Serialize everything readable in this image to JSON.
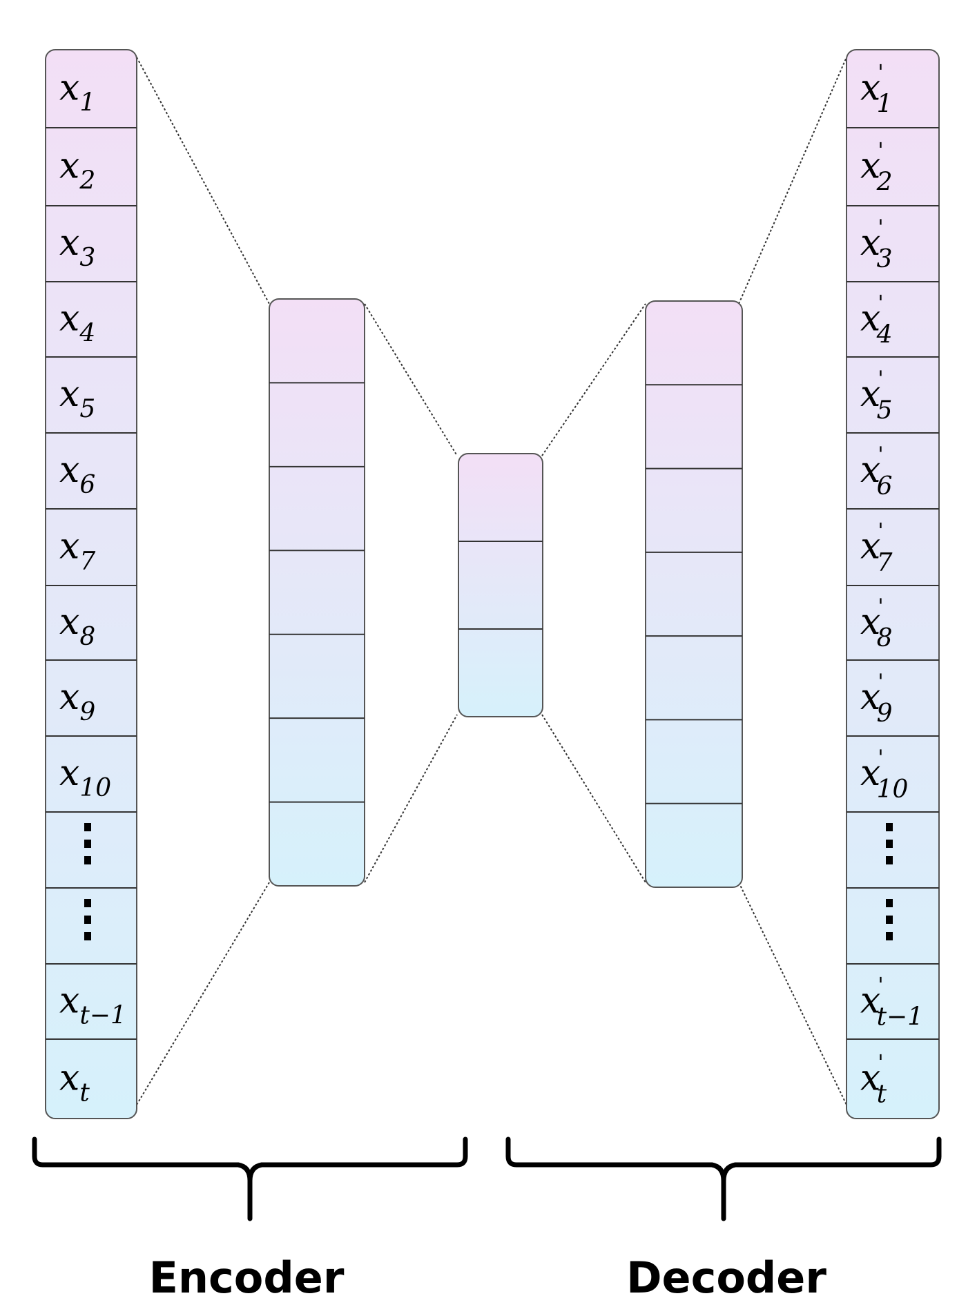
{
  "colors": {
    "top": "#f3dff6",
    "bottom": "#d6f1fb",
    "stroke": "#555555",
    "ink": "#000000"
  },
  "labels": {
    "encoder": "Encoder",
    "decoder": "Decoder"
  },
  "input_column": {
    "cells": [
      {
        "base": "x",
        "sub": "1"
      },
      {
        "base": "x",
        "sub": "2"
      },
      {
        "base": "x",
        "sub": "3"
      },
      {
        "base": "x",
        "sub": "4"
      },
      {
        "base": "x",
        "sub": "5"
      },
      {
        "base": "x",
        "sub": "6"
      },
      {
        "base": "x",
        "sub": "7"
      },
      {
        "base": "x",
        "sub": "8"
      },
      {
        "base": "x",
        "sub": "9"
      },
      {
        "base": "x",
        "sub": "10"
      },
      {
        "dots": true
      },
      {
        "dots": true
      },
      {
        "base": "x",
        "sub": "t−1"
      },
      {
        "base": "x",
        "sub": "t"
      }
    ]
  },
  "output_column": {
    "prime": "'",
    "cells": [
      {
        "base": "x",
        "sub": "1"
      },
      {
        "base": "x",
        "sub": "2"
      },
      {
        "base": "x",
        "sub": "3"
      },
      {
        "base": "x",
        "sub": "4"
      },
      {
        "base": "x",
        "sub": "5"
      },
      {
        "base": "x",
        "sub": "6"
      },
      {
        "base": "x",
        "sub": "7"
      },
      {
        "base": "x",
        "sub": "8"
      },
      {
        "base": "x",
        "sub": "9"
      },
      {
        "base": "x",
        "sub": "10"
      },
      {
        "dots": true
      },
      {
        "dots": true
      },
      {
        "base": "x",
        "sub": "t−1"
      },
      {
        "base": "x",
        "sub": "t"
      }
    ]
  },
  "encoder_hidden": {
    "cells": 7
  },
  "bottleneck": {
    "cells": 3
  },
  "decoder_hidden": {
    "cells": 7
  }
}
